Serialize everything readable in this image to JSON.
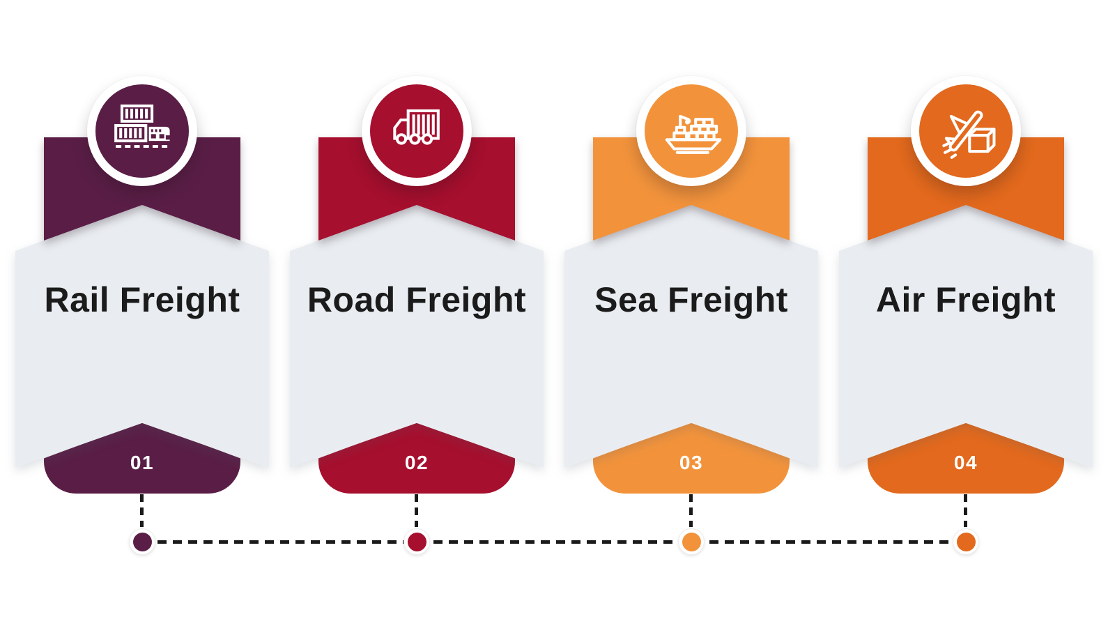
{
  "infographic": {
    "background": "#FFFFFF",
    "panel_color": "#E9EDF1",
    "text_color": "#1B1B1B",
    "line_color": "#1A1A1A",
    "items": [
      {
        "number": "01",
        "title": "Rail Freight",
        "color": "#5A1E46",
        "icon": "freight-train-icon"
      },
      {
        "number": "02",
        "title": "Road Freight",
        "color": "#A60F2E",
        "icon": "cargo-truck-icon"
      },
      {
        "number": "03",
        "title": "Sea Freight",
        "color": "#F2933C",
        "icon": "cargo-ship-icon"
      },
      {
        "number": "04",
        "title": "Air Freight",
        "color": "#E2691D",
        "icon": "airplane-package-icon"
      }
    ]
  }
}
